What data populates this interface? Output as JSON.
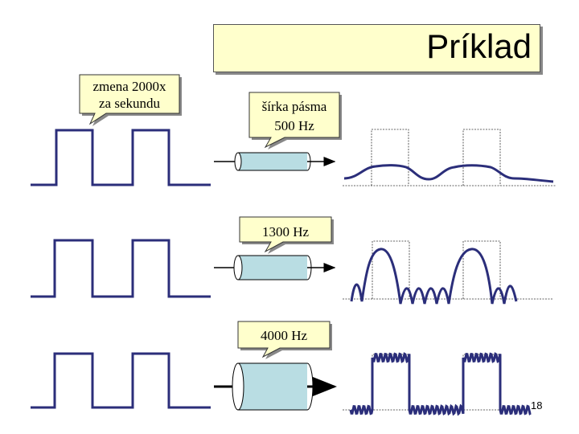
{
  "slide": {
    "title": "Príklad",
    "page_number": "18"
  },
  "callouts": {
    "rate_line1": "zmena 2000x",
    "rate_line2": "za sekundu",
    "bw_line1": "šírka pásma",
    "bw_line2": "500 Hz",
    "bw2": "1300 Hz",
    "bw3": "4000 Hz"
  },
  "colors": {
    "signal": "#2b2e7a",
    "channel_fill": "#b9dde3",
    "callout_fill": "#ffffcc",
    "title_fill": "#ffffcc"
  }
}
